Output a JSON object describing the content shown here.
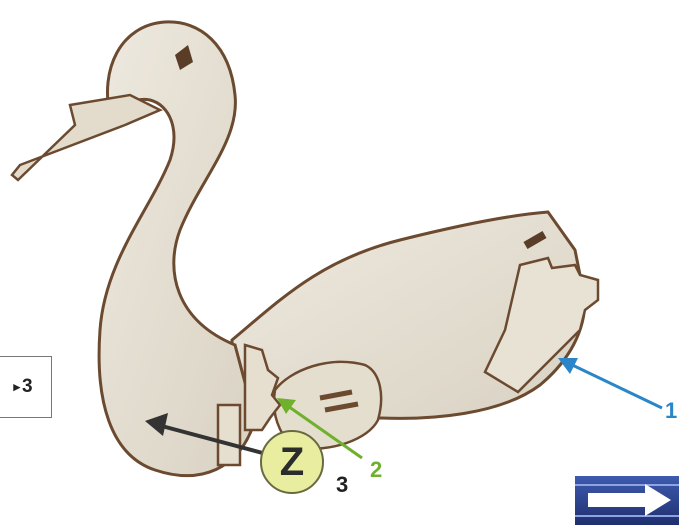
{
  "step_box": {
    "arrow": "▸",
    "label": "3"
  },
  "badge": {
    "letter": "Z",
    "count": "3"
  },
  "callouts": [
    {
      "number": "1",
      "color": "#2a86c8"
    },
    {
      "number": "2",
      "color": "#6fb02c"
    }
  ],
  "next_button": {
    "icon": "arrow-right-icon"
  },
  "colors": {
    "wood": "#e6e0d4",
    "wood_edge": "#6b4a30",
    "badge_fill": "#e8eda0",
    "arrow_dark": "#333333",
    "nav_blue": "#2b3f8e"
  }
}
